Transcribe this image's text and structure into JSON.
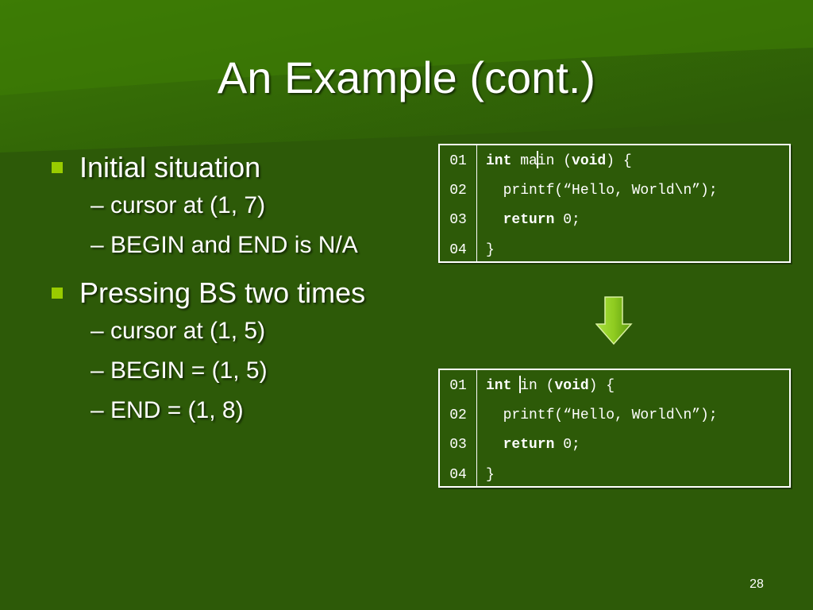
{
  "slide": {
    "title": "An Example (cont.)",
    "page_number": "28",
    "colors": {
      "background": "#2e5c07",
      "bullet": "#99cc00",
      "arrow": "#8fcc20"
    }
  },
  "bullets": [
    {
      "text": "Initial situation",
      "sub": [
        "– cursor at (1, 7)",
        "– BEGIN and END is N/A"
      ]
    },
    {
      "text": "Pressing BS two times",
      "sub": [
        "– cursor at (1, 5)",
        "– BEGIN = (1, 5)",
        "– END = (1, 8)"
      ]
    }
  ],
  "code_before": {
    "line_numbers": [
      "01",
      "02",
      "03",
      "04"
    ],
    "line1": {
      "kw1": "int",
      "a": " ma",
      "b": "in (",
      "kw2": "void",
      "c": ") {"
    },
    "line2": "  printf(“Hello, World\\n”);",
    "line3": {
      "indent": "  ",
      "kw": "return",
      "rest": " 0;"
    },
    "line4": "}"
  },
  "code_after": {
    "line_numbers": [
      "01",
      "02",
      "03",
      "04"
    ],
    "line1": {
      "kw1": "int",
      "a": " ",
      "b": "in (",
      "kw2": "void",
      "c": ") {"
    },
    "line2": "  printf(“Hello, World\\n”);",
    "line3": {
      "indent": "  ",
      "kw": "return",
      "rest": " 0;"
    },
    "line4": "}"
  },
  "icons": {
    "transition": "down-arrow-icon",
    "bullet": "square-bullet-icon"
  }
}
